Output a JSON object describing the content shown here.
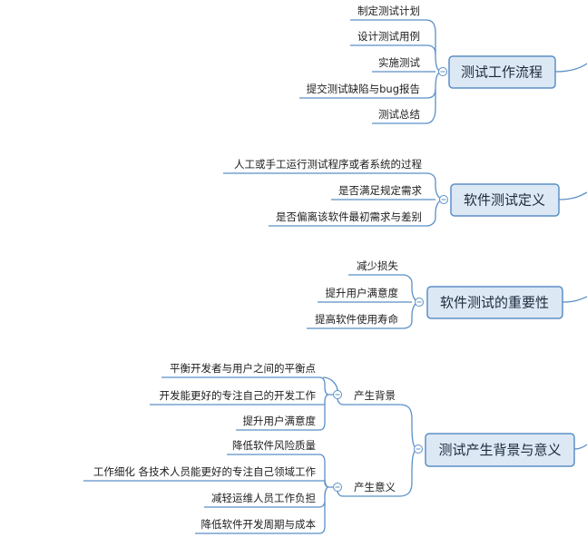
{
  "mindmap": {
    "branches": [
      {
        "title": "测试工作流程",
        "children": [
          "制定测试计划",
          "设计测试用例",
          "实施测试",
          "提交测试缺陷与bug报告",
          "测试总结"
        ]
      },
      {
        "title": "软件测试定义",
        "children": [
          "人工或手工运行测试程序或者系统的过程",
          "是否满足规定需求",
          "是否偏离该软件最初需求与差别"
        ]
      },
      {
        "title": "软件测试的重要性",
        "children": [
          "减少损失",
          "提升用户满意度",
          "提高软件使用寿命"
        ]
      },
      {
        "title": "测试产生背景与意义",
        "subtopics": [
          {
            "title": "产生背景",
            "children": [
              "平衡开发者与用户之间的平衡点",
              "开发能更好的专注自己的开发工作",
              "提升用户满意度"
            ]
          },
          {
            "title": "产生意义",
            "children": [
              "降低软件风险质量",
              "工作细化 各技术人员能更好的专注自己领域工作",
              "减轻运维人员工作负担",
              "降低软件开发周期与成本"
            ]
          }
        ]
      }
    ]
  }
}
